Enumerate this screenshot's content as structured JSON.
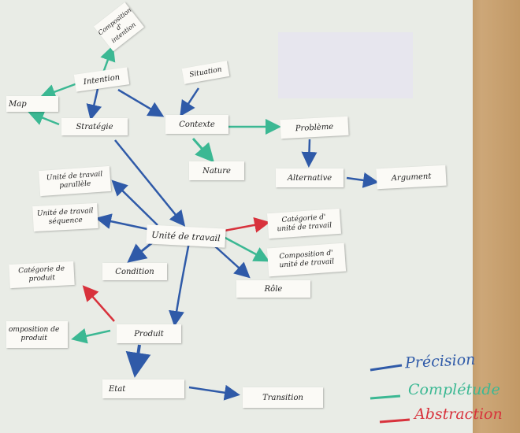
{
  "cards": {
    "composition_dintention": "Composition d'\nintention",
    "intention": "Intention",
    "situation": "Situation",
    "map": "Map",
    "strategie": "Stratégie",
    "contexte": "Contexte",
    "probleme": "Problème",
    "nature": "Nature",
    "alternative": "Alternative",
    "argument": "Argument",
    "unite_parallele": "Unité de travail\nparallèle",
    "unite_sequence": "Unité de travail\nséquence",
    "unite_de_travail": "Unité de travail",
    "categorie_unite": "Catégorie d'\nunité de travail",
    "composition_unite": "Composition d'\nunité de travail",
    "categorie_produit": "Catégorie de\nproduit",
    "condition": "Condition",
    "role": "Rôle",
    "composition_produit": "omposition de\nproduit",
    "produit": "Produit",
    "etat": "Etat",
    "transition": "Transition"
  },
  "legend": {
    "precision": "Précision",
    "completude": "Complétude",
    "abstraction": "Abstraction"
  },
  "colors": {
    "precision": "#2f5aa8",
    "completude": "#3bb893",
    "abstraction": "#d8323c"
  }
}
